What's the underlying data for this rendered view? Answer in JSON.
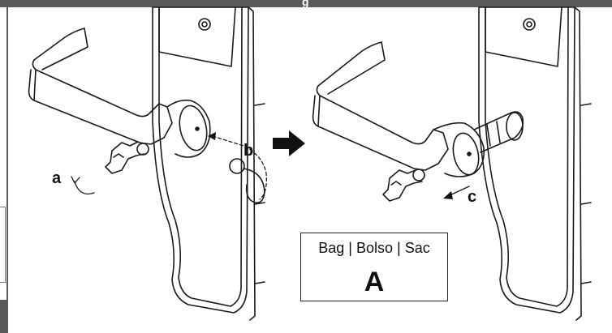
{
  "header": {
    "title_fragment": "g"
  },
  "callouts": {
    "a": "a",
    "b": "b",
    "c": "c"
  },
  "label_box": {
    "bag_text": "Bag | Bolso | Sac",
    "letter": "A"
  },
  "colors": {
    "frame": "#58595b",
    "line": "#1a1a1a",
    "arrow": "#111111"
  }
}
